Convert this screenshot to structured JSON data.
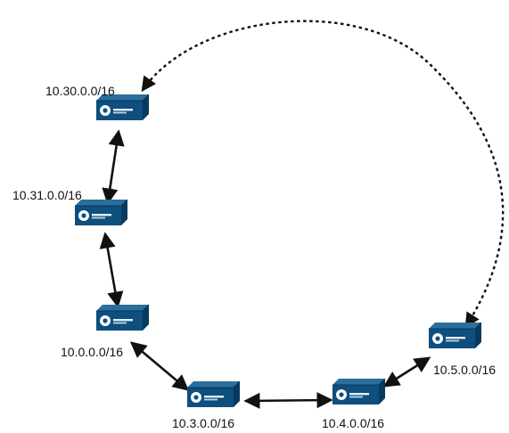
{
  "nodes": [
    {
      "id": "n30",
      "label": "10.30.0.0/16"
    },
    {
      "id": "n31",
      "label": "10.31.0.0/16"
    },
    {
      "id": "n0",
      "label": "10.0.0.0/16"
    },
    {
      "id": "n3",
      "label": "10.3.0.0/16"
    },
    {
      "id": "n4",
      "label": "10.4.0.0/16"
    },
    {
      "id": "n5",
      "label": "10.5.0.0/16"
    }
  ],
  "links": [
    {
      "from": "n30",
      "to": "n31",
      "style": "solid",
      "direction": "both"
    },
    {
      "from": "n31",
      "to": "n0",
      "style": "solid",
      "direction": "both"
    },
    {
      "from": "n0",
      "to": "n3",
      "style": "solid",
      "direction": "both"
    },
    {
      "from": "n3",
      "to": "n4",
      "style": "solid",
      "direction": "both"
    },
    {
      "from": "n4",
      "to": "n5",
      "style": "solid",
      "direction": "both"
    },
    {
      "from": "n5",
      "to": "n30",
      "style": "dashed",
      "direction": "both"
    }
  ],
  "colors": {
    "device_top": "#2b6e9c",
    "device_front": "#0d4f7e",
    "device_side": "#083a5f",
    "line": "#111111",
    "label": "#111111"
  },
  "icon": "network-router-icon"
}
